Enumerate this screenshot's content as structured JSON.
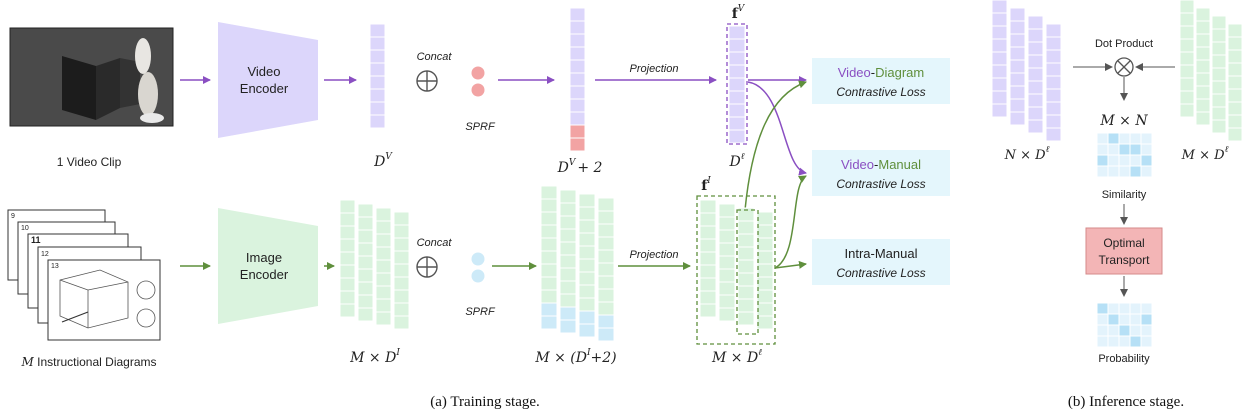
{
  "training": {
    "video_clip_label": "1 Video Clip",
    "video_encoder": [
      "Video",
      "Encoder"
    ],
    "image_encoder": [
      "Image",
      "Encoder"
    ],
    "concat": "Concat",
    "sprf": "SPRF",
    "projection": "Projection",
    "video_dim": "D",
    "video_dim_sup": "V",
    "video_concat_dim": "+ 2",
    "image_dim": "M × D",
    "image_dim_sup": "I",
    "image_concat_dim_pre": "M × (D",
    "image_concat_dim_post": "+2)",
    "proj_video_dim": "D",
    "proj_image_dim": "M × D",
    "ell": "ℓ",
    "fv": "f",
    "fv_sup": "V",
    "fi": "f",
    "fi_sup": "I",
    "manual_label_pre": "M",
    "manual_label_post": " Instructional Diagrams",
    "page_numbers": [
      "9",
      "10",
      "11",
      "12",
      "13"
    ],
    "loss_video_diagram": {
      "a": "Video",
      "sep": "-",
      "b": "Diagram",
      "c": "Contrastive Loss"
    },
    "loss_video_manual": {
      "a": "Video",
      "sep": "-",
      "b": "Manual",
      "c": "Contrastive Loss"
    },
    "loss_intra_manual": {
      "a": "Intra-Manual",
      "c": "Contrastive Loss"
    },
    "caption": "(a) Training stage."
  },
  "inference": {
    "dot_product": "Dot Product",
    "n_dim": "N × D",
    "m_dim": "M × D",
    "ell": "ℓ",
    "mxn": "M × N",
    "similarity": "Similarity",
    "ot": [
      "Optimal",
      "Transport"
    ],
    "probability": "Probability",
    "caption": "(b) Inference stage."
  },
  "colors": {
    "purple": "#8a4fc2",
    "purple_fill": "#dcd6fb",
    "green": "#5f8f3c",
    "green_fill": "#daf3de",
    "blue_fill": "#cdeaf8",
    "pink": "#f2a3a3",
    "loss_bg": "#e4f6fc",
    "ot_fill": "#f3b5b6"
  }
}
